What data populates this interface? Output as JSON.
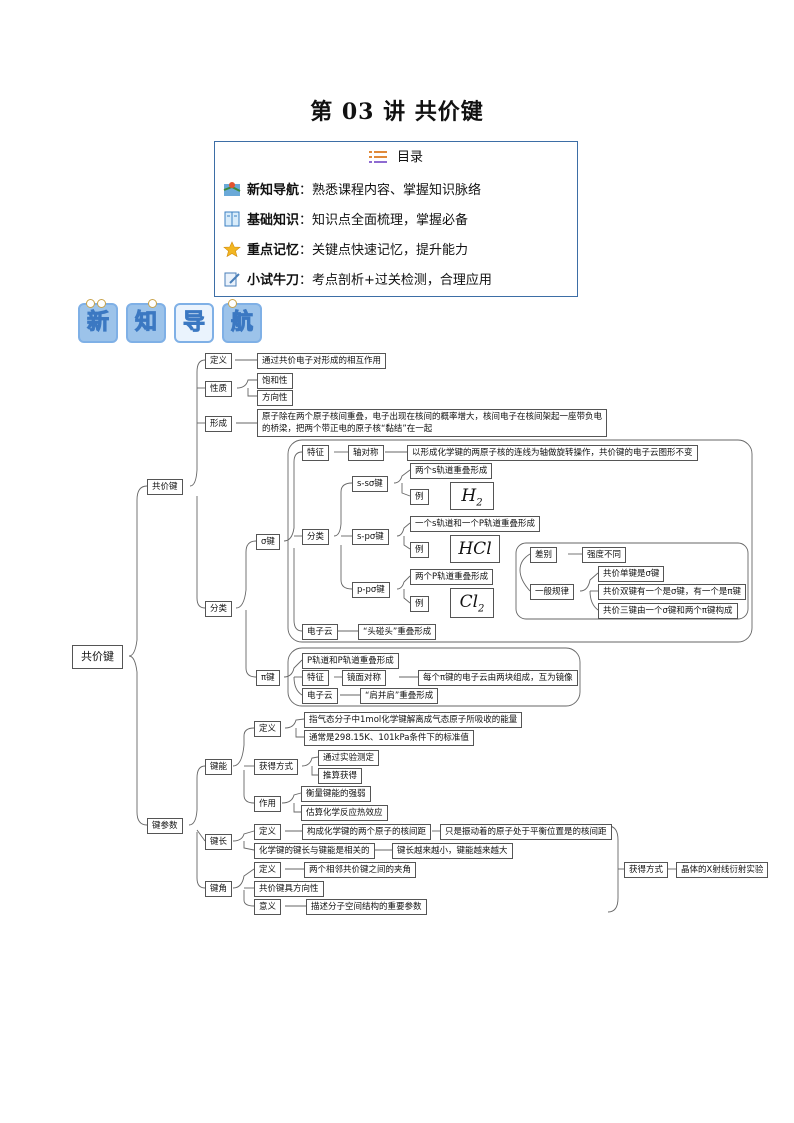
{
  "page_title": "第 03 讲  共价键",
  "toc": {
    "heading": "目录",
    "items": [
      {
        "bold": "新知导航",
        "text": "：熟悉课程内容、掌握知识脉络",
        "icon": "map-icon"
      },
      {
        "bold": "基础知识",
        "text": "：知识点全面梳理，掌握必备",
        "icon": "book-icon"
      },
      {
        "bold": "重点记忆",
        "text": "：关键点快速记忆，提升能力",
        "icon": "star-icon"
      },
      {
        "bold": "小试牛刀",
        "text": "：考点剖析+过关检测，合理应用",
        "icon": "pencil-icon"
      }
    ]
  },
  "banner": [
    "新",
    "知",
    "导",
    "航"
  ],
  "mindmap": {
    "root": "共价键",
    "n_gongjiajian": "共价键",
    "n_dingyi": "定义",
    "n_dingyi_v": "通过共价电子对形成的相互作用",
    "n_xingzhi": "性质",
    "n_baohe": "饱和性",
    "n_fangxiang": "方向性",
    "n_xingcheng": "形成",
    "n_xingcheng_v": "原子除在两个原子核间重叠，电子出现在核间的概率增大，核间电子在核间架起一座带负电的桥梁，把两个带正电的原子核“黏结”在一起",
    "n_fenlei": "分类",
    "n_sigma": "σ键",
    "n_tezheng": "特征",
    "n_zhouduicheng": "轴对称",
    "n_zhouduicheng_v": "以形成化学键的两原子核的连线为轴做旋转操作，共价键的电子云图形不变",
    "n_fenlei2": "分类",
    "n_ss": "s-sσ键",
    "n_ss_v": "两个s轨道重叠形成",
    "n_li1": "例",
    "chem_h2": "H",
    "chem_h2_sub": "2",
    "n_sp": "s-pσ键",
    "n_sp_v": "一个s轨道和一个P轨道重叠形成",
    "n_li2": "例",
    "chem_hcl": "HCl",
    "n_pp": "p-pσ键",
    "n_pp_v": "两个P轨道重叠形成",
    "n_li3": "例",
    "chem_cl2": "Cl",
    "chem_cl2_sub": "2",
    "n_dianziyun1": "电子云",
    "n_dianziyun1_v": "“头碰头”重叠形成",
    "n_chabie": "差别",
    "n_chabie_v": "强度不同",
    "n_yiban": "一般规律",
    "n_rule1": "共价单键是σ键",
    "n_rule2": "共价双键有一个是σ键，有一个是π键",
    "n_rule3": "共价三键由一个σ键和两个π键构成",
    "n_pi": "π键",
    "n_pi_v": "P轨道和P轨道重叠形成",
    "n_tezheng2": "特征",
    "n_jingmian": "镜面对称",
    "n_jingmian_v": "每个π键的电子云由两块组成，互为镜像",
    "n_dianziyun2": "电子云",
    "n_dianziyun2_v": "“肩并肩”重叠形成",
    "n_jiancanshu": "键参数",
    "n_jianneng": "键能",
    "n_dingyi2": "定义",
    "n_jianneng_def1": "指气态分子中1mol化学键解离成气态原子所吸收的能量",
    "n_jianneng_def2": "通常是298.15K、101kPa条件下的标准值",
    "n_huode": "获得方式",
    "n_huode_v1": "通过实验测定",
    "n_huode_v2": "推算获得",
    "n_zuoyong": "作用",
    "n_zuoyong_v1": "衡量键能的强弱",
    "n_zuoyong_v2": "估算化学反应热效应",
    "n_jianchang": "键长",
    "n_dingyi3": "定义",
    "n_jianchang_def": "构成化学键的两个原子的核间距",
    "n_jianchang_note": "只是振动着的原子处于平衡位置是的核间距",
    "n_jianchang_rel": "化学键的键长与键能是相关的",
    "n_jianchang_rel_v": "键长越来越小，键能越来越大",
    "n_huode2": "获得方式",
    "n_huode2_v": "晶体的X射线衍射实验",
    "n_jianjiao": "键角",
    "n_dingyi4": "定义",
    "n_jianjiao_def": "两个相邻共价键之间的夹角",
    "n_jianjiao_dir": "共价键具方向性",
    "n_yiyi": "意义",
    "n_jianjiao_yi": "描述分子空间结构的重要参数"
  }
}
